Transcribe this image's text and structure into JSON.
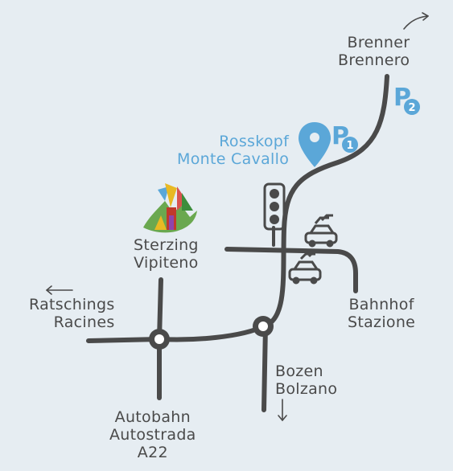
{
  "places": {
    "brenner": {
      "line1": "Brenner",
      "line2": "Brennero"
    },
    "rosskopf": {
      "line1": "Rosskopf",
      "line2": "Monte Cavallo"
    },
    "sterzing": {
      "line1": "Sterzing",
      "line2": "Vipiteno"
    },
    "ratschings": {
      "line1": "Ratschings",
      "line2": "Racines"
    },
    "bahnhof": {
      "line1": "Bahnhof",
      "line2": "Stazione"
    },
    "bozen": {
      "line1": "Bozen",
      "line2": "Bolzano"
    },
    "autobahn": {
      "line1": "Autobahn",
      "line2": "Autostrada",
      "line3": "A22"
    }
  },
  "parking": {
    "p1": {
      "letter": "P",
      "number": "1"
    },
    "p2": {
      "letter": "P",
      "number": "2"
    }
  },
  "icons": [
    "location-pin-icon",
    "traffic-light-icon",
    "car-icon",
    "roundabout-icon",
    "arrow-icon",
    "town-logo-icon"
  ],
  "colors": {
    "background": "#e6edf2",
    "road": "#4a4a4a",
    "accent_blue": "#5ba7d8"
  }
}
